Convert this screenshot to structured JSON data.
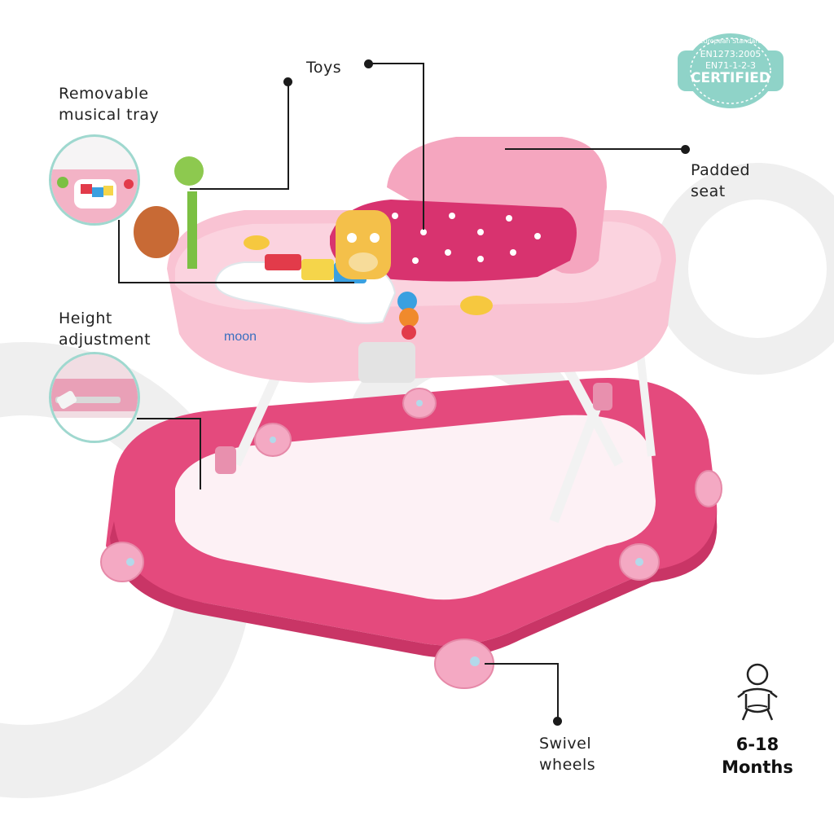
{
  "badge": {
    "arc_text": "European Standard",
    "line1": "EN1273:2005",
    "line2": "EN71-1-2-3",
    "main": "CERTIFIED",
    "color": "#8fd3c8"
  },
  "callouts": {
    "toys": "Toys",
    "musical_tray": "Removable\nmusical tray",
    "padded_seat": "Padded\nseat",
    "height_adjustment": "Height\nadjustment",
    "swivel_wheels": "Swivel\nwheels"
  },
  "product": {
    "brand": "moon",
    "frame_color": "#e44a7d",
    "tray_color": "#f9c3d3",
    "seat_color": "#d8336f"
  },
  "age": {
    "range": "6-18",
    "unit": "Months",
    "icon": "baby-icon"
  },
  "icons": [
    "baby-icon",
    "certified-badge-icon"
  ]
}
